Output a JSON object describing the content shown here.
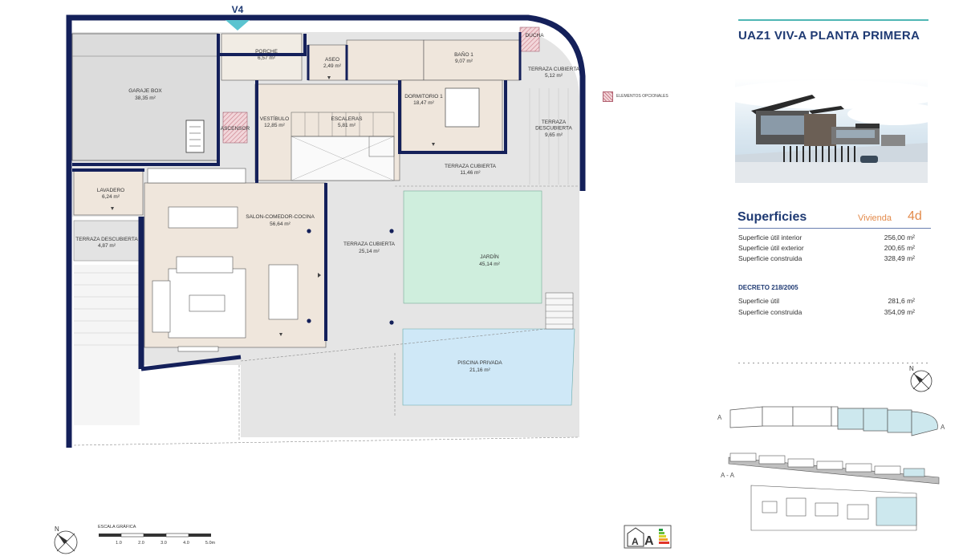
{
  "header": {
    "title": "UAZ1 VIV-A PLANTA PRIMERA",
    "section_marker": "V4"
  },
  "legend": {
    "optional_elements": "ELEMENTOS OPCIONALES"
  },
  "rooms": {
    "garaje": {
      "name": "GARAJE BOX",
      "area": "38,35 m²"
    },
    "porche": {
      "name": "PORCHE",
      "area": "6,57 m²"
    },
    "aseo": {
      "name": "ASEO",
      "area": "2,49 m²"
    },
    "bano": {
      "name": "BAÑO 1",
      "area": "9,07 m²"
    },
    "ducha": {
      "name": "DUCHA"
    },
    "terraza_cub_1": {
      "name": "TERRAZA CUBIERTA",
      "area": "5,12 m²"
    },
    "vestibulo": {
      "name": "VESTÍBULO",
      "area": "12,85 m²"
    },
    "ascensor": {
      "name": "ASCENSOR"
    },
    "escaleras": {
      "name": "ESCALERAS",
      "area": "5,81 m²"
    },
    "dormitorio": {
      "name": "DORMITORIO 1",
      "area": "18,47 m²"
    },
    "terraza_desc_1": {
      "name": "TERRAZA DESCUBIERTA",
      "area": "9,65 m²"
    },
    "terraza_cub_2": {
      "name": "TERRAZA CUBIERTA",
      "area": "11,46 m²"
    },
    "lavadero": {
      "name": "LAVADERO",
      "area": "6,24 m²"
    },
    "salon": {
      "name": "SALON-COMEDOR-COCINA",
      "area": "56,64 m²"
    },
    "terraza_desc_2": {
      "name": "TERRAZA DESCUBIERTA",
      "area": "4,87 m²"
    },
    "terraza_cub_3": {
      "name": "TERRAZA CUBIERTA",
      "area": "25,14 m²"
    },
    "jardin": {
      "name": "JARDÍN",
      "area": "45,14 m²"
    },
    "piscina": {
      "name": "PISCINA PRIVADA",
      "area": "21,16 m²"
    }
  },
  "superficies": {
    "heading": "Superficies",
    "vivienda_label": "Vivienda",
    "vivienda_num": "4d",
    "rows": [
      {
        "label": "Superficie útil interior",
        "value": "256,00 m²"
      },
      {
        "label": "Superficie útil exterior",
        "value": "200,65 m²"
      },
      {
        "label": "Superficie construida",
        "value": "328,49 m²"
      }
    ],
    "decreto_heading": "DECRETO 218/2005",
    "decreto_rows": [
      {
        "label": "Superficie útil",
        "value": "281,6 m²"
      },
      {
        "label": "Superficie construida",
        "value": "354,09 m²"
      }
    ]
  },
  "section": {
    "label_a": "A",
    "label_aa": "A - A"
  },
  "compass": {
    "north": "N"
  },
  "scale": {
    "title": "ESCALA GRÁFICA",
    "ticks": [
      "1.0",
      "2.0",
      "3.0",
      "4.0",
      "5.0m"
    ]
  },
  "colors": {
    "wall": "#14205a",
    "interior": "#efe6dc",
    "terrace": "#e3e3e3",
    "garden": "#cfeedd",
    "pool": "#cfe8f7",
    "title": "#1f3a73",
    "accent": "#e38a4a",
    "teal": "#4fb6b4"
  }
}
